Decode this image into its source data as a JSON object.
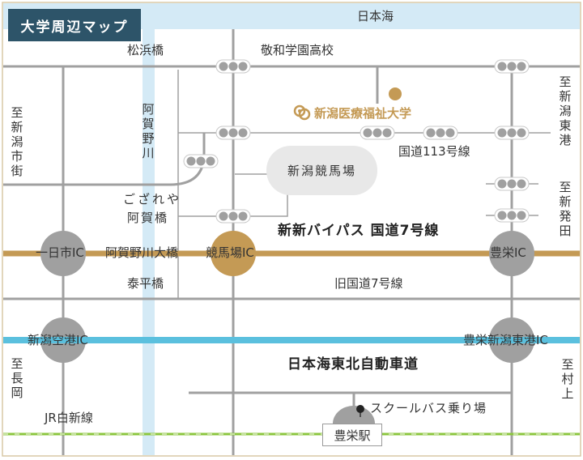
{
  "title": "大学周辺マップ",
  "colors": {
    "title_bg": "#2d5469",
    "water": "#d4eaf6",
    "expressway": "#5bc0de",
    "bypass": "#c49a55",
    "road": "#a0a0a0",
    "rail": "#8cc63f",
    "accent_gold": "#c49a55",
    "frame": "#d8c9a6"
  },
  "water": {
    "sea": "日本海",
    "river": "阿賀野川"
  },
  "landmarks": {
    "university": "新潟医療福祉大学",
    "school": "敬和学園高校",
    "racecourse": "新潟競馬場",
    "bus_stop": "スクールバス乗り場",
    "station": "豊栄駅"
  },
  "roads": {
    "route113": "国道113号線",
    "bypass": "新新バイパス 国道7号線",
    "old_route7": "旧国道7号線",
    "expressway": "日本海東北自動車道",
    "railway": "JR白新線"
  },
  "bridges": {
    "matsuhama": "松浜橋",
    "gozareya": "ござれや",
    "agabashi": "阿賀橋",
    "aganogawa_ohashi": "阿賀野川大橋",
    "taihei": "泰平橋"
  },
  "interchanges": {
    "ichinichi": "一日市IC",
    "keibajo": "競馬場IC",
    "toyosaka": "豊栄IC",
    "airport": "新潟空港IC",
    "toyosaka_higashiko": "豊栄新潟東港IC"
  },
  "directions": {
    "niigata_city": "至新潟市街",
    "niigata_higashiko": "至新潟東港",
    "shibata": "至新発田",
    "nagaoka": "至長岡",
    "murakami": "至村上"
  },
  "traffic_lights": {
    "icon": "traffic-light-icon",
    "count": 10
  }
}
